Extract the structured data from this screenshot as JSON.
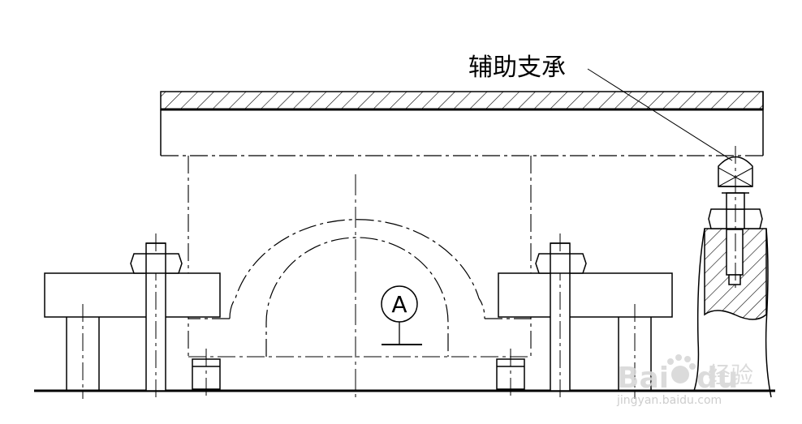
{
  "labels": {
    "aux_support": "辅助支承",
    "circle_label": "A"
  },
  "watermark": {
    "brand": "Bai",
    "brand_tail": "du",
    "brand_cn": "经验",
    "url": "jingyan.baidu.com"
  },
  "colors": {
    "line": "#000000",
    "background": "#ffffff",
    "watermark": "#d8d8d8"
  }
}
